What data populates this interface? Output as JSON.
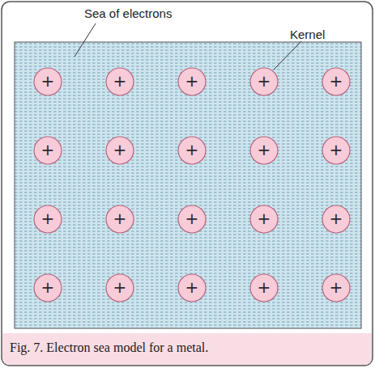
{
  "diagram": {
    "caption": "Fig. 7. Electron sea model for a metal.",
    "nodes": [
      {
        "text": [
          "+"
        ]
      },
      {
        "text": [
          "+"
        ]
      },
      {
        "text": [
          "+"
        ]
      },
      {
        "text": [
          "+"
        ]
      },
      {
        "text": [
          "+"
        ]
      },
      {
        "text": [
          "+"
        ]
      },
      {
        "text": [
          "+"
        ]
      },
      {
        "text": [
          "+"
        ]
      },
      {
        "text": [
          "+"
        ]
      },
      {
        "text": [
          "+"
        ]
      },
      {
        "text": [
          "+"
        ]
      },
      {
        "text": [
          "+"
        ]
      },
      {
        "text": [
          "+"
        ]
      },
      {
        "text": [
          "+"
        ]
      },
      {
        "text": [
          "+"
        ]
      },
      {
        "text": [
          "+"
        ]
      },
      {
        "text": [
          "+"
        ]
      },
      {
        "text": [
          "+"
        ]
      },
      {
        "text": [
          "+"
        ]
      },
      {
        "text": [
          "+"
        ]
      }
    ],
    "labels": [
      "Sea of electrons",
      "Kernel"
    ]
  }
}
